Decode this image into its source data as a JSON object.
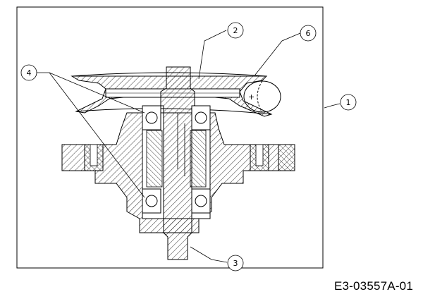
{
  "callouts": {
    "c1": "1",
    "c2": "2",
    "c3": "3",
    "c4": "4",
    "c6": "6"
  },
  "drawing_code": "E3-03557A-01"
}
